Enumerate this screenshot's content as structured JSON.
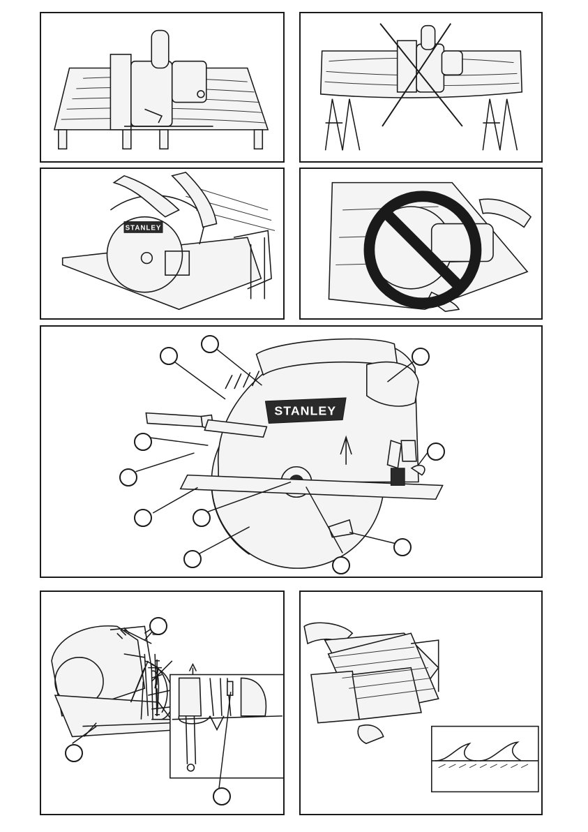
{
  "brand": {
    "name": "STANLEY"
  },
  "panels": [
    {
      "id": "p1",
      "description_icon": "saw-on-supported-board"
    },
    {
      "id": "p2",
      "description_icon": "saw-on-unsupported-board-crossed"
    },
    {
      "id": "p3",
      "description_icon": "two-hand-grip"
    },
    {
      "id": "p4",
      "description_icon": "hand-under-workpiece-prohibited"
    },
    {
      "id": "p5",
      "description_icon": "saw-parts-overview"
    },
    {
      "id": "p6",
      "description_icon": "depth-adjustment"
    },
    {
      "id": "p7",
      "description_icon": "splinter-guard"
    }
  ],
  "colors": {
    "outline": "#1a1a1a",
    "background": "#ffffff",
    "badge": "#1a1a1a"
  }
}
